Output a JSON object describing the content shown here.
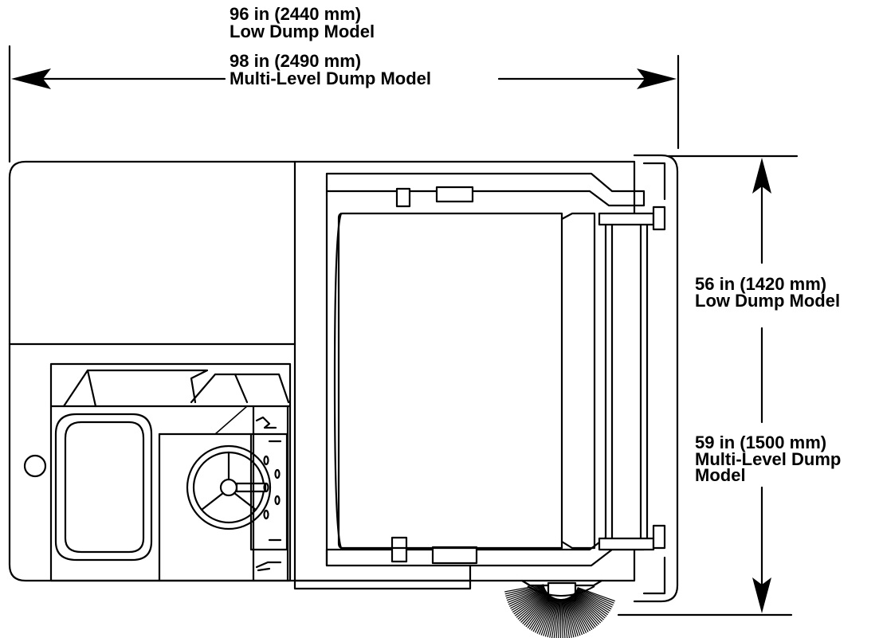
{
  "diagram": {
    "width_dimension": {
      "low_dump": {
        "value": "96 in (2440 mm)",
        "model": "Low Dump Model"
      },
      "multi_level": {
        "value": "98 in (2490 mm)",
        "model": "Multi-Level Dump Model"
      }
    },
    "height_dimension": {
      "low_dump": {
        "value": "56 in (1420 mm)",
        "model": "Low Dump Model"
      },
      "multi_level": {
        "value": "59 in (1500 mm)",
        "model_line1": "Multi-Level Dump",
        "model_line2": "Model"
      }
    }
  }
}
